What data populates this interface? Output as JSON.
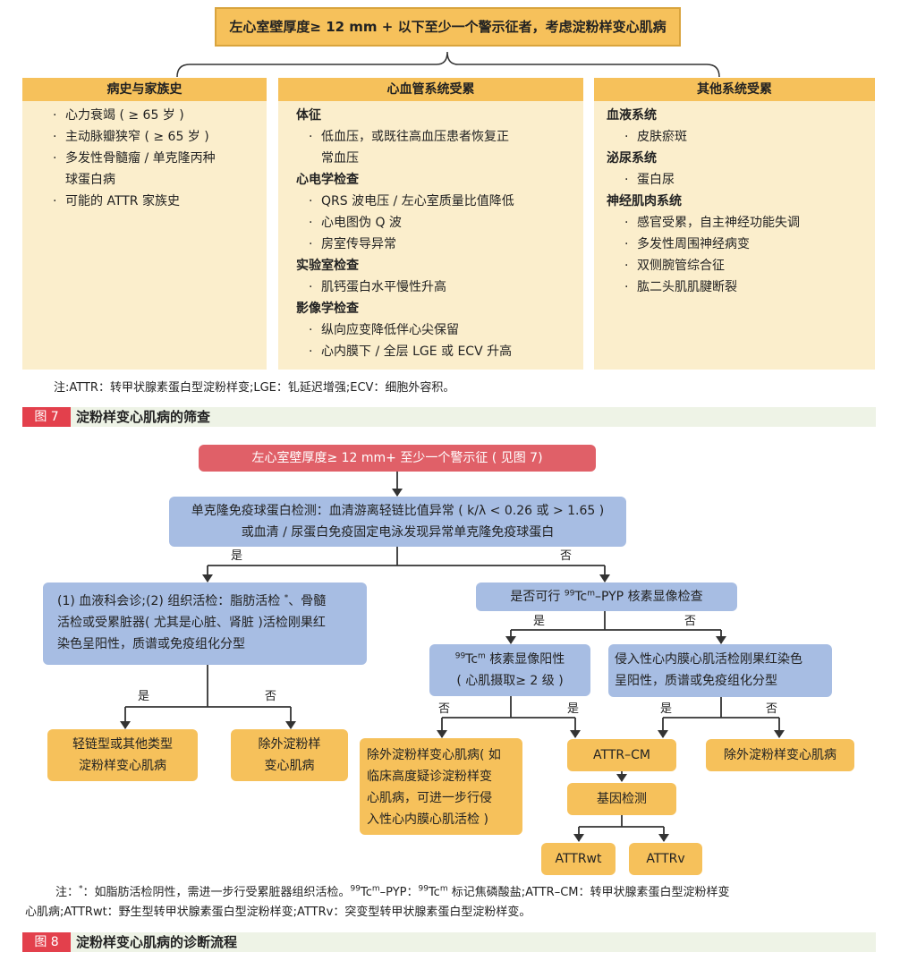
{
  "fig7": {
    "criteria": "左心室壁厚度≥ 12 mm + 以下至少一个警示征者，考虑淀粉样变心肌病",
    "columns": {
      "history": {
        "title": "病史与家族史",
        "items": [
          "心力衰竭 ( ≥ 65 岁 )",
          "主动脉瓣狭窄 ( ≥ 65 岁 )",
          "多发性骨髓瘤 / 单克隆丙种",
          "球蛋白病",
          "可能的 ATTR 家族史"
        ]
      },
      "cardio": {
        "title": "心血管系统受累",
        "sec1": "体征",
        "sec1_items": [
          "低血压，或既往高血压患者恢复正",
          "常血压"
        ],
        "sec2": "心电学检查",
        "sec2_items": [
          "QRS 波电压 / 左心室质量比值降低",
          "心电图伪 Q 波",
          "房室传导异常"
        ],
        "sec3": "实验室检查",
        "sec3_items": [
          "肌钙蛋白水平慢性升高"
        ],
        "sec4": "影像学检查",
        "sec4_items": [
          "纵向应变降低伴心尖保留",
          "心内膜下 / 全层 LGE 或 ECV 升高"
        ]
      },
      "other": {
        "title": "其他系统受累",
        "sec1": "血液系统",
        "sec1_items": [
          "皮肤瘀斑"
        ],
        "sec2": "泌尿系统",
        "sec2_items": [
          "蛋白尿"
        ],
        "sec3": "神经肌肉系统",
        "sec3_items": [
          "感官受累，自主神经功能失调",
          "多发性周围神经病变",
          "双侧腕管综合征",
          "肱二头肌肌腱断裂"
        ]
      }
    },
    "note": "注:ATTR：转甲状腺素蛋白型淀粉样变;LGE：钆延迟增强;ECV：细胞外容积。",
    "fig_num": "图 7",
    "fig_title": "淀粉样变心肌病的筛查"
  },
  "fig8": {
    "start": "左心室壁厚度≥ 12 mm+ 至少一个警示征 ( 见图 7)",
    "mono_line1": "单克隆免疫球蛋白检测：血清游离轻链比值异常 ( k/λ < 0.26 或 > 1.65 )",
    "mono_line2": "或血清 / 尿蛋白免疫固定电泳发现异常单克隆免疫球蛋白",
    "yes": "是",
    "no": "否",
    "hema_line1": "(1) 血液科会诊;(2) 组织活检：脂肪活检 ",
    "hema_sup": "*",
    "hema_line1b": "、骨髓",
    "hema_line2": "活检或受累脏器( 尤其是心脏、肾脏 )活检刚果红",
    "hema_line3": "染色呈阳性，质谱或免疫组化分型",
    "pyp_pre": "是否可行 ",
    "pyp_sup": "99",
    "pyp_main": "Tc",
    "pyp_sup2": "m",
    "pyp_post": "–PYP 核素显像检查",
    "tc_sup": "99",
    "tc_main": "Tc",
    "tc_sup2": "m",
    "tc_line1": " 核素显像阳性",
    "tc_line2": "( 心肌摄取≥ 2 级 )",
    "biopsy_line1": "侵入性心内膜心肌活检刚果红染色",
    "biopsy_line2": "呈阳性，质谱或免疫组化分型",
    "light_line1": "轻链型或其他类型",
    "light_line2": "淀粉样变心肌病",
    "excl1_line1": "除外淀粉样",
    "excl1_line2": "变心肌病",
    "excl2_line1": "除外淀粉样变心肌病( 如",
    "excl2_line2": "临床高度疑诊淀粉样变",
    "excl2_line3": "心肌病，可进一步行侵",
    "excl2_line4": "入性心内膜心肌活检 )",
    "attr_cm": "ATTR–CM",
    "gene": "基因检测",
    "excl3": "除外淀粉样变心肌病",
    "attrwt": "ATTRwt",
    "attrv": "ATTRv",
    "note_pre": "注：",
    "note_sup": "*",
    "note_a": "：如脂肪活检阴性，需进一步行受累脏器组织活检。",
    "note_sup99a": "99",
    "note_b": "Tc",
    "note_supm_a": "m",
    "note_c": "–PYP：",
    "note_sup99b": "99",
    "note_d": "Tc",
    "note_supm_b": "m",
    "note_e": " 标记焦磷酸盐;ATTR–CM：转甲状腺素蛋白型淀粉样变",
    "note_line2": "心肌病;ATTRwt：野生型转甲状腺素蛋白型淀粉样变;ATTRv：突变型转甲状腺素蛋白型淀粉样变。",
    "fig_num": "图 8",
    "fig_title": "淀粉样变心肌病的诊断流程"
  },
  "colors": {
    "yellow": "#f6c15b",
    "cream": "#fbeecc",
    "red": "#e06068",
    "blue": "#a7bde3",
    "fig_label": "#e3404c",
    "fig_bar": "#eef3e6"
  }
}
